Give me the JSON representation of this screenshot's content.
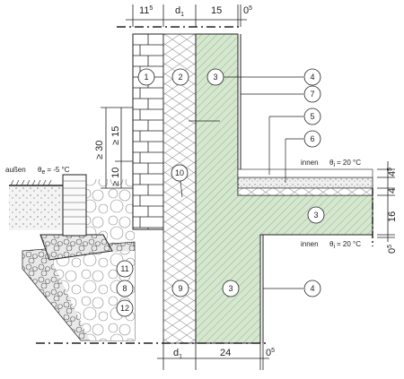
{
  "dimensions": {
    "top": [
      {
        "base": "11",
        "sup": "5"
      },
      {
        "base": "d",
        "sub": "1"
      },
      {
        "base": "15",
        "sup": ""
      },
      {
        "base": "0",
        "sup": "5"
      }
    ],
    "bottom": [
      {
        "base": "d",
        "sub": "1"
      },
      {
        "base": "24",
        "sup": ""
      },
      {
        "base": "0",
        "sup": "5"
      }
    ],
    "left_vertical": [
      {
        "text": "≥ 30"
      },
      {
        "text": "≥ 15"
      },
      {
        "text": "≥ 10"
      }
    ],
    "right_vertical": [
      {
        "base": "4",
        "sup": "5"
      },
      {
        "base": "4",
        "sup": ""
      },
      {
        "base": "16",
        "sup": ""
      },
      {
        "base": "0",
        "sup": "5"
      }
    ]
  },
  "labels": {
    "outside": "außen",
    "outside_temp": "θe = -5 °C",
    "outside_theta": "θ",
    "outside_theta_sub": "e",
    "outside_value": "= -5 °C",
    "inside_top": "innen",
    "inside_top_theta": "θ",
    "inside_top_theta_sub": "i",
    "inside_top_value": "= 20 °C",
    "inside_bottom": "innen",
    "inside_bottom_theta": "θ",
    "inside_bottom_theta_sub": "i",
    "inside_bottom_value": "= 20 °C"
  },
  "callouts": [
    "1",
    "2",
    "3",
    "4",
    "7",
    "5",
    "6",
    "10",
    "3",
    "11",
    "8",
    "12",
    "9",
    "3",
    "4"
  ],
  "colors": {
    "concrete": "#d6e7cf",
    "hatch": "#7fa37a",
    "brick": "#ffffff",
    "line": "#222222"
  }
}
